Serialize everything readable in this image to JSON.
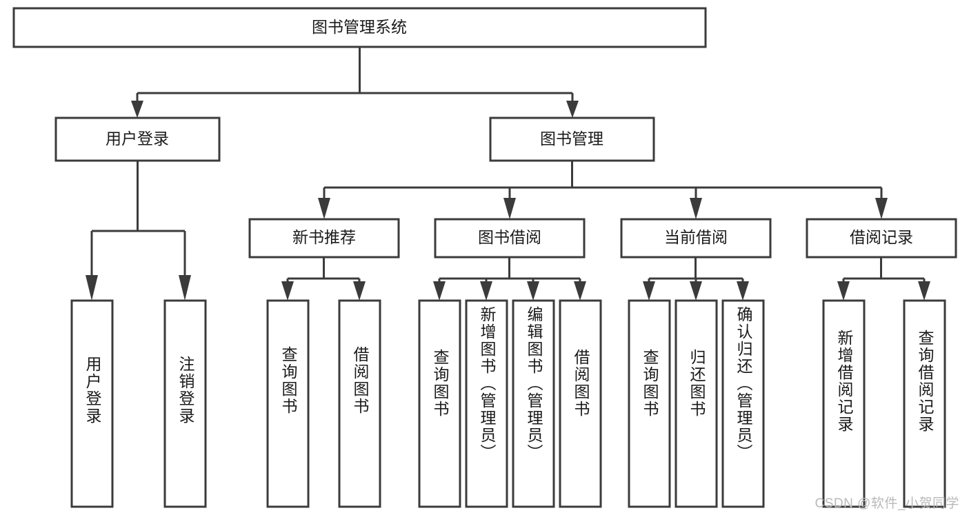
{
  "diagram": {
    "type": "tree-hierarchy",
    "title_text": "图书管理系统",
    "colors": {
      "box_stroke": "#3b3b3b",
      "box_fill": "#ffffff",
      "connector": "#3b3b3b",
      "text": "#1a1a1a",
      "background": "#ffffff",
      "watermark": "#b9b9b9"
    },
    "root": {
      "label": "图书管理系统"
    },
    "level2": [
      {
        "label": "用户登录"
      },
      {
        "label": "图书管理"
      }
    ],
    "level3": [
      {
        "label": "新书推荐"
      },
      {
        "label": "图书借阅"
      },
      {
        "label": "当前借阅"
      },
      {
        "label": "借阅记录"
      }
    ],
    "leaves": {
      "user_login": [
        {
          "label": "用户登录"
        },
        {
          "label": "注销登录"
        }
      ],
      "new_book_recommend": [
        {
          "label": "查询图书"
        },
        {
          "label": "借阅图书"
        }
      ],
      "book_borrow": [
        {
          "label": "查询图书"
        },
        {
          "label": "新增图书（管理员）"
        },
        {
          "label": "编辑图书（管理员）"
        },
        {
          "label": "借阅图书"
        }
      ],
      "current_borrow": [
        {
          "label": "查询图书"
        },
        {
          "label": "归还图书"
        },
        {
          "label": "确认归还（管理员）"
        }
      ],
      "borrow_record": [
        {
          "label": "新增借阅记录"
        },
        {
          "label": "查询借阅记录"
        }
      ]
    },
    "watermark": "CSDN @软件_小贺同学"
  }
}
